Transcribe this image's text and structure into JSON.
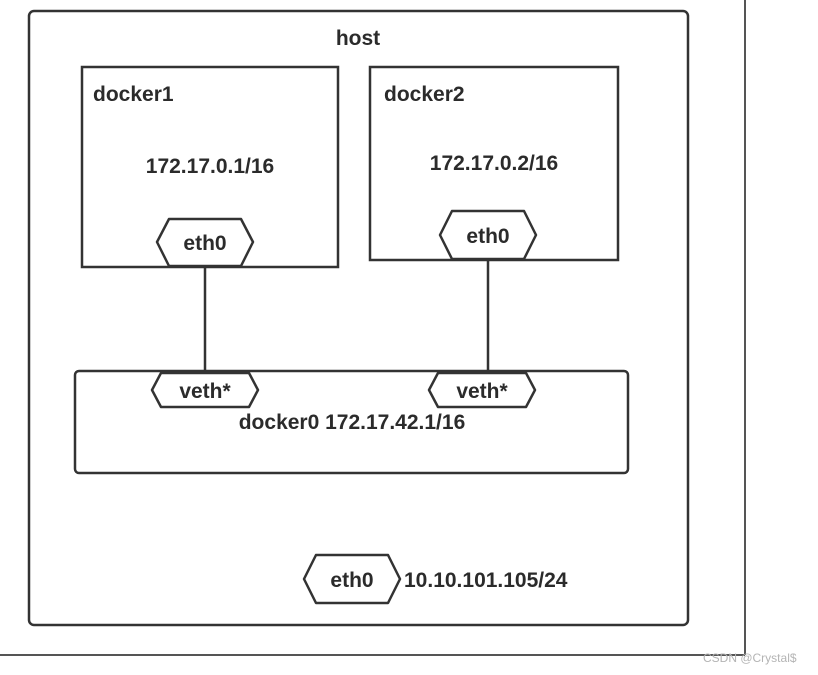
{
  "host": {
    "label": "host"
  },
  "docker1": {
    "label": "docker1",
    "ip": "172.17.0.1/16",
    "iface": "eth0"
  },
  "docker2": {
    "label": "docker2",
    "ip": "172.17.0.2/16",
    "iface": "eth0"
  },
  "bridge": {
    "label": "docker0 172.17.42.1/16",
    "veth_left": "veth*",
    "veth_right": "veth*"
  },
  "host_iface": {
    "iface": "eth0",
    "ip": "10.10.101.105/24"
  },
  "watermark": "CSDN @Crystal$",
  "colors": {
    "stroke": "#333333",
    "text": "#2b2b2b",
    "background": "#ffffff"
  }
}
